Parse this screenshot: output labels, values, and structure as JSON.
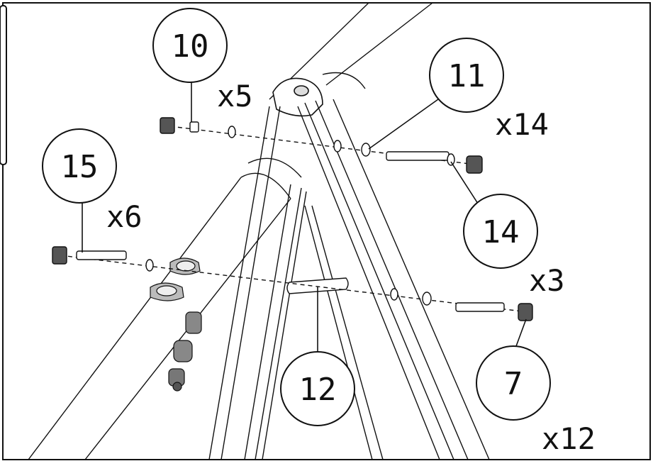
{
  "callouts": [
    {
      "id": "c10",
      "number": "10",
      "quantity": "x5"
    },
    {
      "id": "c11",
      "number": "11",
      "quantity": "x14"
    },
    {
      "id": "c15",
      "number": "15",
      "quantity": "x6"
    },
    {
      "id": "c14",
      "number": "14",
      "quantity": ""
    },
    {
      "id": "c7",
      "number": "7",
      "quantity": "x3"
    },
    {
      "id": "c12",
      "number": "12",
      "quantity": ""
    }
  ],
  "extra_quantity": "x12",
  "colors": {
    "line": "#111111",
    "background": "#ffffff",
    "shade": "#cfcfcf"
  }
}
